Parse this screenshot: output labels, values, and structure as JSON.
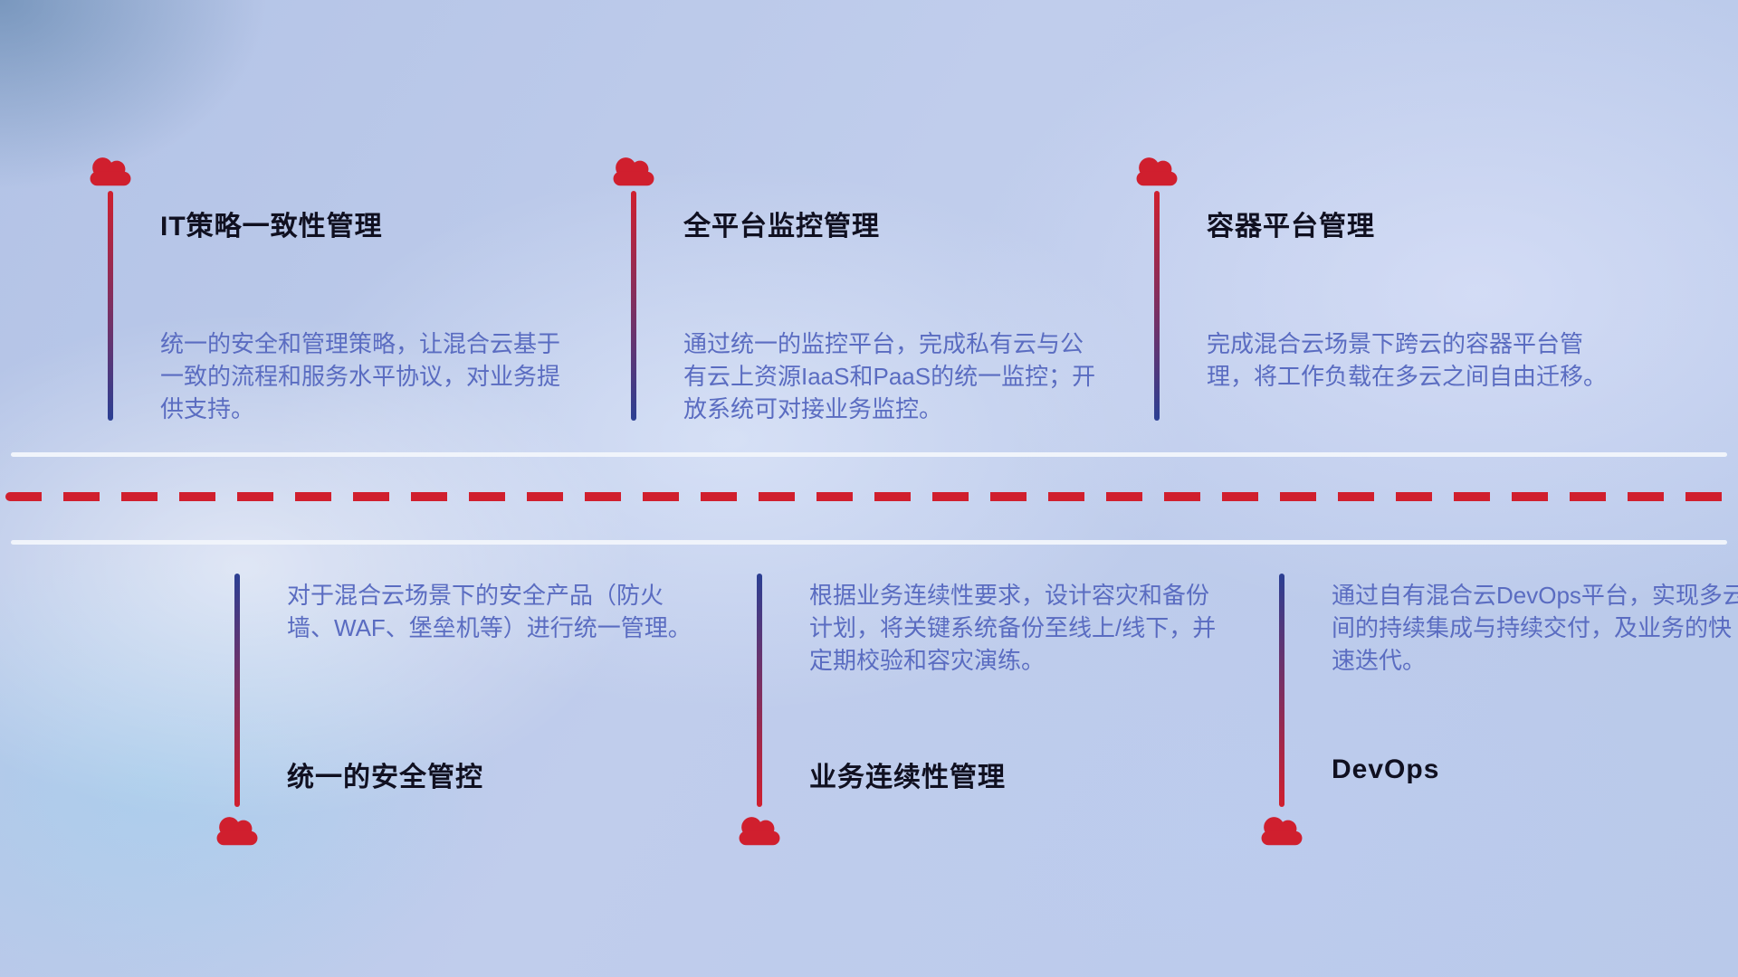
{
  "colors": {
    "accent-red": "#d01f2e",
    "accent-blue": "#2b3f93",
    "title": "#101020",
    "desc": "#5a6cc1",
    "solid-line": "#f0f4fb"
  },
  "top_items": [
    {
      "title": "IT策略一致性管理",
      "desc": "统一的安全和管理策略，让混合云基于一致的流程和服务水平协议，对业务提供支持。"
    },
    {
      "title": "全平台监控管理",
      "desc": "通过统一的监控平台，完成私有云与公有云上资源IaaS和PaaS的统一监控；开放系统可对接业务监控。"
    },
    {
      "title": "容器平台管理",
      "desc": "完成混合云场景下跨云的容器平台管理，将工作负载在多云之间自由迁移。"
    }
  ],
  "bottom_items": [
    {
      "title": "统一的安全管控",
      "desc": "对于混合云场景下的安全产品（防火墙、WAF、堡垒机等）进行统一管理。"
    },
    {
      "title": "业务连续性管理",
      "desc": "根据业务连续性要求，设计容灾和备份计划，将关键系统备份至线上/线下，并定期校验和容灾演练。"
    },
    {
      "title": "DevOps",
      "desc": "通过自有混合云DevOps平台，实现多云间的持续集成与持续交付，及业务的快速迭代。"
    }
  ]
}
